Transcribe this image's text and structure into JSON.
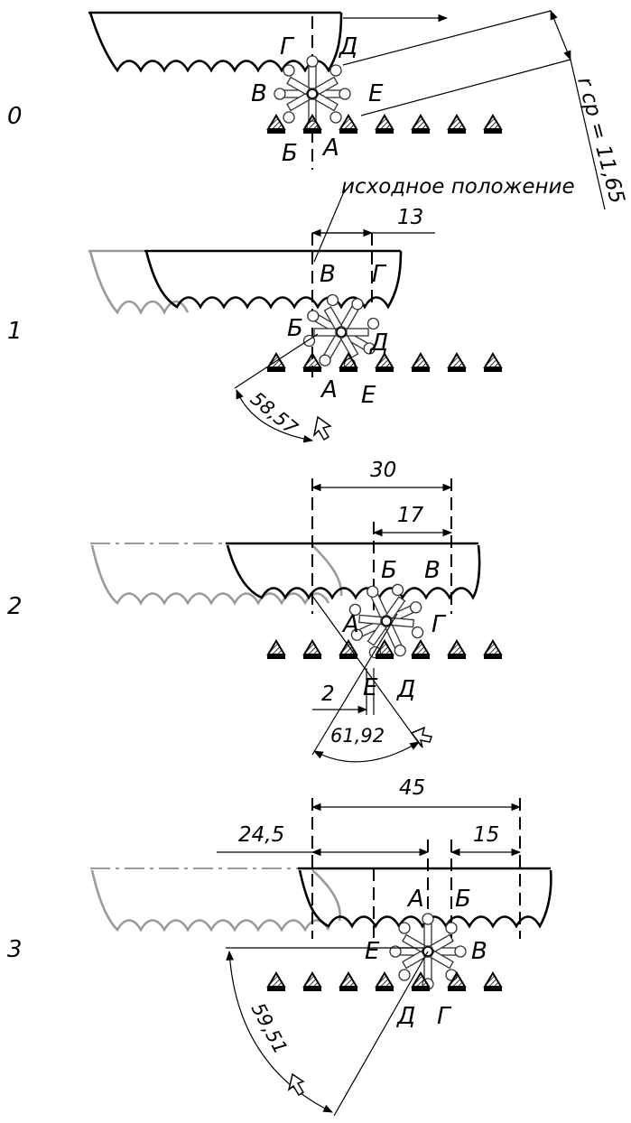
{
  "diagram": {
    "stages": [
      "0",
      "1",
      "2",
      "3"
    ],
    "stage0": {
      "labels": {
        "g": "Г",
        "d": "Д",
        "v": "В",
        "e": "Е",
        "b": "Б",
        "a": "А"
      },
      "note": "исходное положение",
      "radius_label": "r ср = 11,65"
    },
    "stage1": {
      "dim": "13",
      "labels": {
        "v": "В",
        "g": "Г",
        "b": "Б",
        "d": "Д",
        "a": "А",
        "e": "Е"
      },
      "angle": "58,57"
    },
    "stage2": {
      "dim_outer": "30",
      "dim_inner": "17",
      "dim_small": "2",
      "labels": {
        "b": "Б",
        "v": "В",
        "a": "А",
        "g": "Г",
        "e": "Е",
        "d": "Д"
      },
      "angle": "61,92"
    },
    "stage3": {
      "dim_outer": "45",
      "dim_mid": "24,5",
      "dim_inner": "15",
      "labels": {
        "a": "А",
        "b": "Б",
        "e": "Е",
        "v": "В",
        "d": "Д",
        "g": "Г"
      },
      "angle": "59,51"
    }
  }
}
